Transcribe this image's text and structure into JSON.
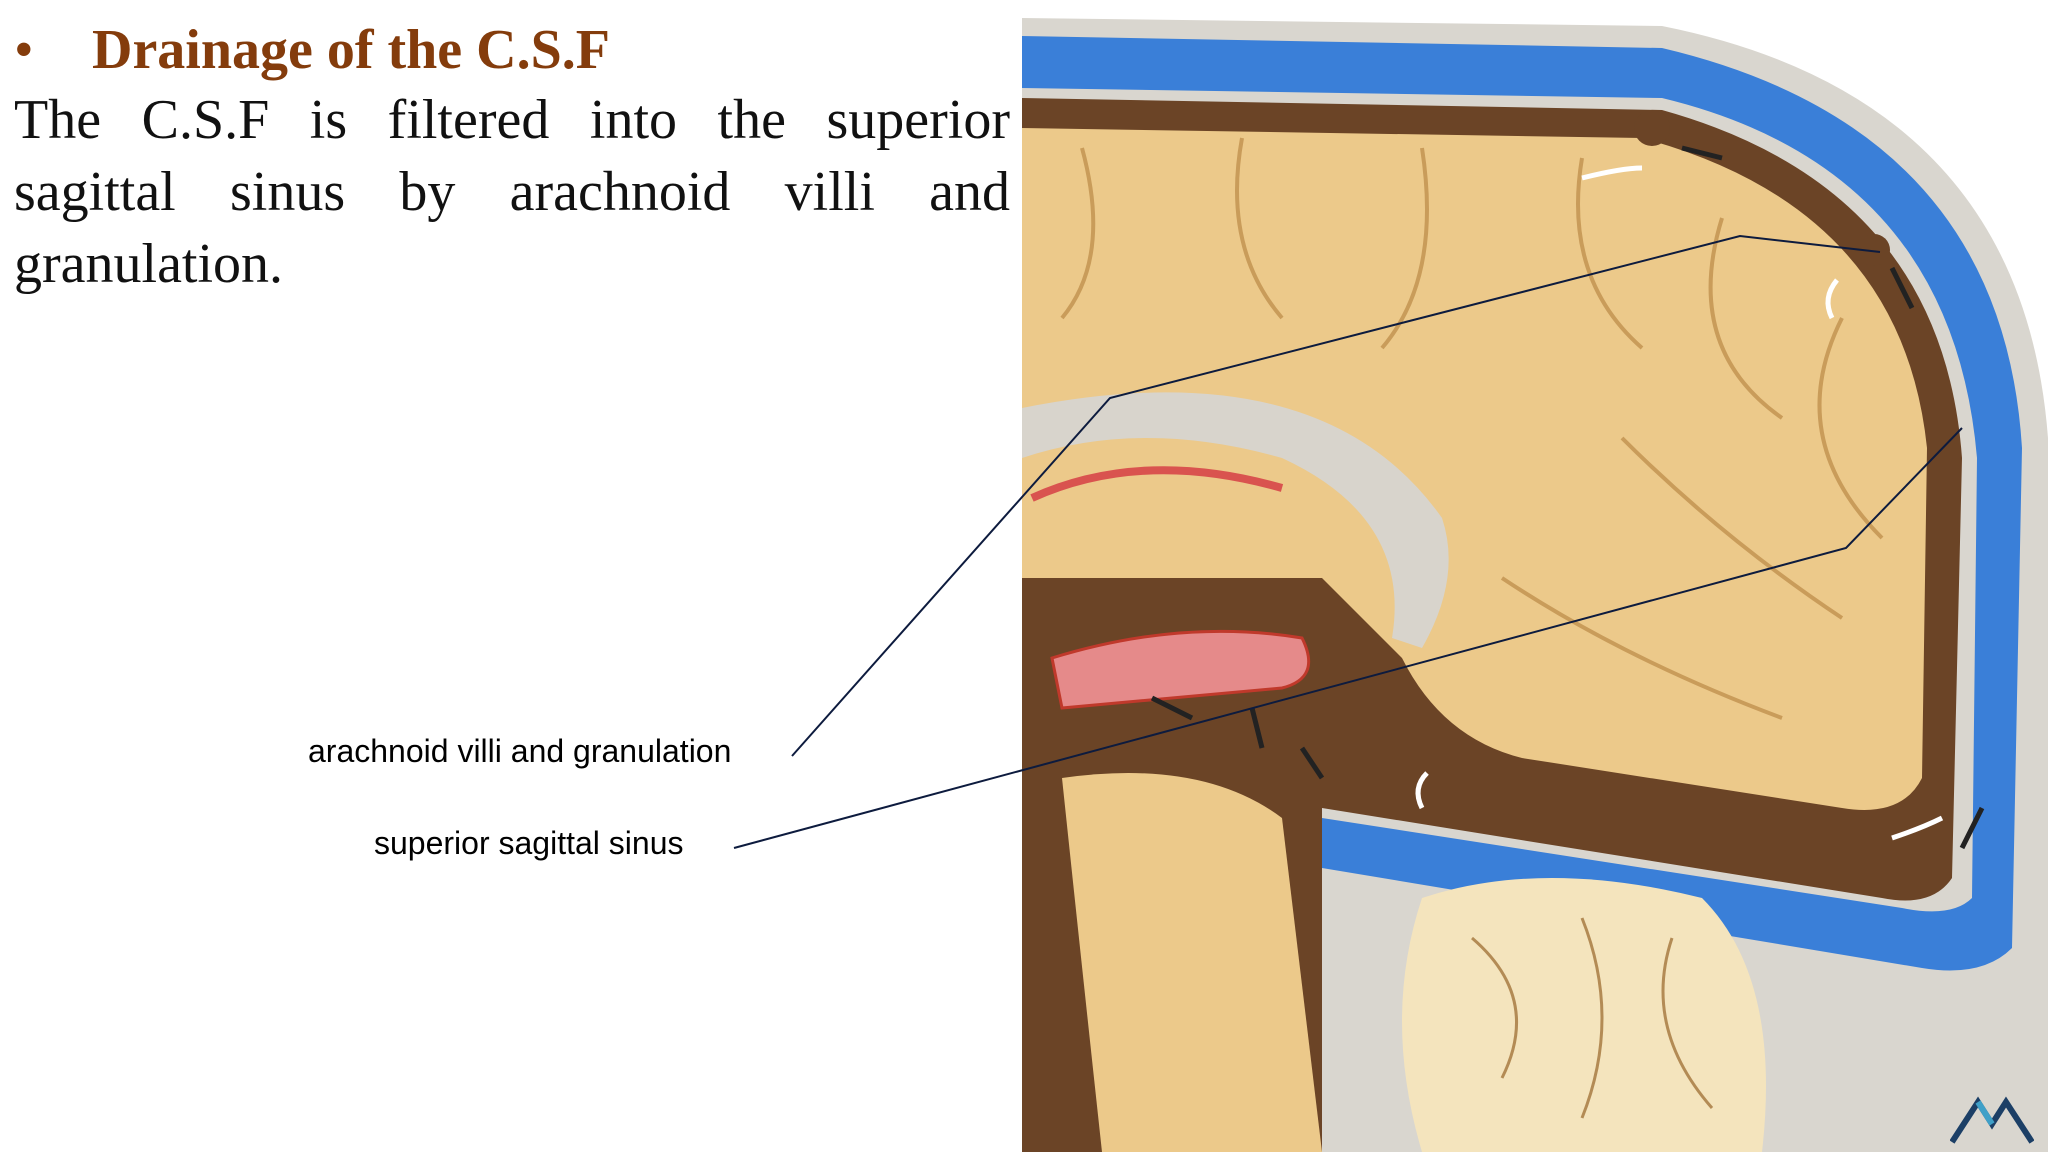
{
  "heading": {
    "bullet": "•",
    "text": "Drainage of the C.S.F"
  },
  "body": {
    "text": "The C.S.F is filtered into the superior sagittal sinus by arachnoid villi and granulation."
  },
  "labels": {
    "villi": "arachnoid villi and granulation",
    "sinus": "superior sagittal sinus"
  },
  "colors": {
    "heading": "#843c0c",
    "sinus_blue": "#3a7fd8",
    "csf_brown": "#6b4426",
    "brain_tan": "#ecc98a",
    "logo": "#1c3f66"
  },
  "icons": {
    "logo": "mountain-logo-icon"
  }
}
